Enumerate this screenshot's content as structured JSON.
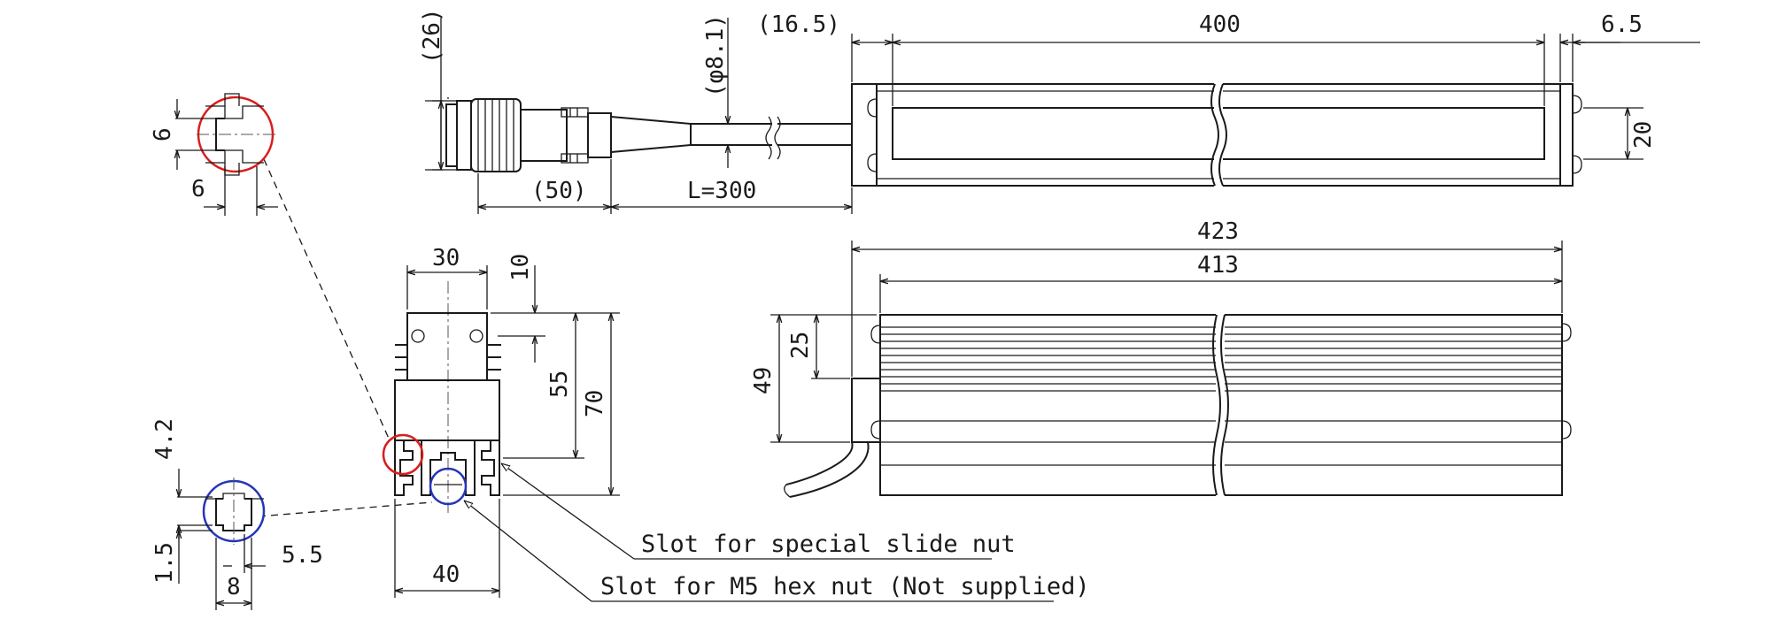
{
  "dimensions": {
    "dim_16_5": "(16.5)",
    "dim_400": "400",
    "dim_6_5": "6.5",
    "dim_26": "(26)",
    "dim_phi": "(φ8.1)",
    "dim_20": "20",
    "dim_50": "(50)",
    "dim_L300": "L=300",
    "dim_423": "423",
    "dim_413": "413",
    "dim_25": "25",
    "dim_49": "49",
    "dim_30": "30",
    "dim_10": "10",
    "dim_55": "55",
    "dim_70": "70",
    "dim_40": "40",
    "dim_6_v": "6",
    "dim_6_h": "6",
    "dim_4_2": "4.2",
    "dim_1_5": "1.5",
    "dim_5_5": "5.5",
    "dim_8": "8"
  },
  "notes": {
    "slide_nut": "Slot for special slide nut",
    "hex_nut": "Slot for M5 hex nut (Not supplied)"
  },
  "colors": {
    "red_detail": "#d81e1e",
    "blue_detail": "#2436b8",
    "line": "#1a1a1a"
  }
}
